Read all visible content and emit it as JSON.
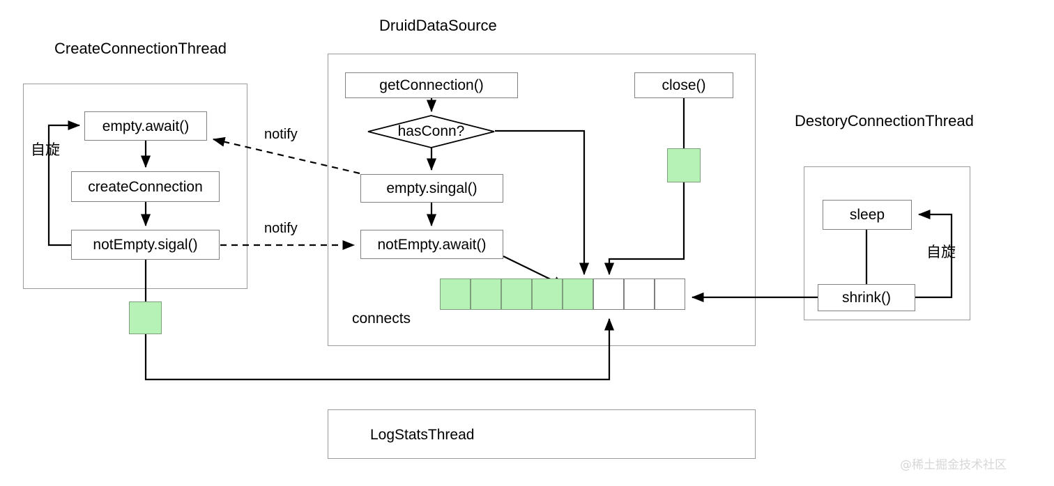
{
  "diagram": {
    "title_watermark": "@稀土掘金技术社区",
    "groups": [
      {
        "id": "create-connection-thread",
        "label": "CreateConnectionThread"
      },
      {
        "id": "druid-data-source",
        "label": "DruidDataSource"
      },
      {
        "id": "destory-connection-thread",
        "label": "DestoryConnectionThread"
      },
      {
        "id": "log-stats-thread",
        "label": "LogStatsThread"
      }
    ],
    "nodes": {
      "empty_await": "empty.await()",
      "create_connection": "createConnection",
      "not_empty_sigal": "notEmpty.sigal()",
      "get_connection": "getConnection()",
      "has_conn": "hasConn?",
      "empty_singal": "empty.singal()",
      "not_empty_await": "notEmpty.await()",
      "close": "close()",
      "sleep": "sleep",
      "shrink": "shrink()",
      "log_stats_thread": "LogStatsThread"
    },
    "labels": {
      "spin_left": "自旋",
      "spin_right": "自旋",
      "notify_top": "notify",
      "notify_bottom": "notify",
      "connects": "connects"
    },
    "connects_array": {
      "total_cells": 8,
      "filled_cells": 5,
      "cell_states": [
        "filled",
        "filled",
        "filled",
        "filled",
        "filled",
        "empty",
        "empty",
        "empty"
      ]
    },
    "colors": {
      "fill_green": "#b6f2b6",
      "node_border": "#808080",
      "container_border": "#9a9a9a",
      "stroke": "#000000",
      "background": "#ffffff",
      "watermark": "#d7d7d7"
    }
  }
}
